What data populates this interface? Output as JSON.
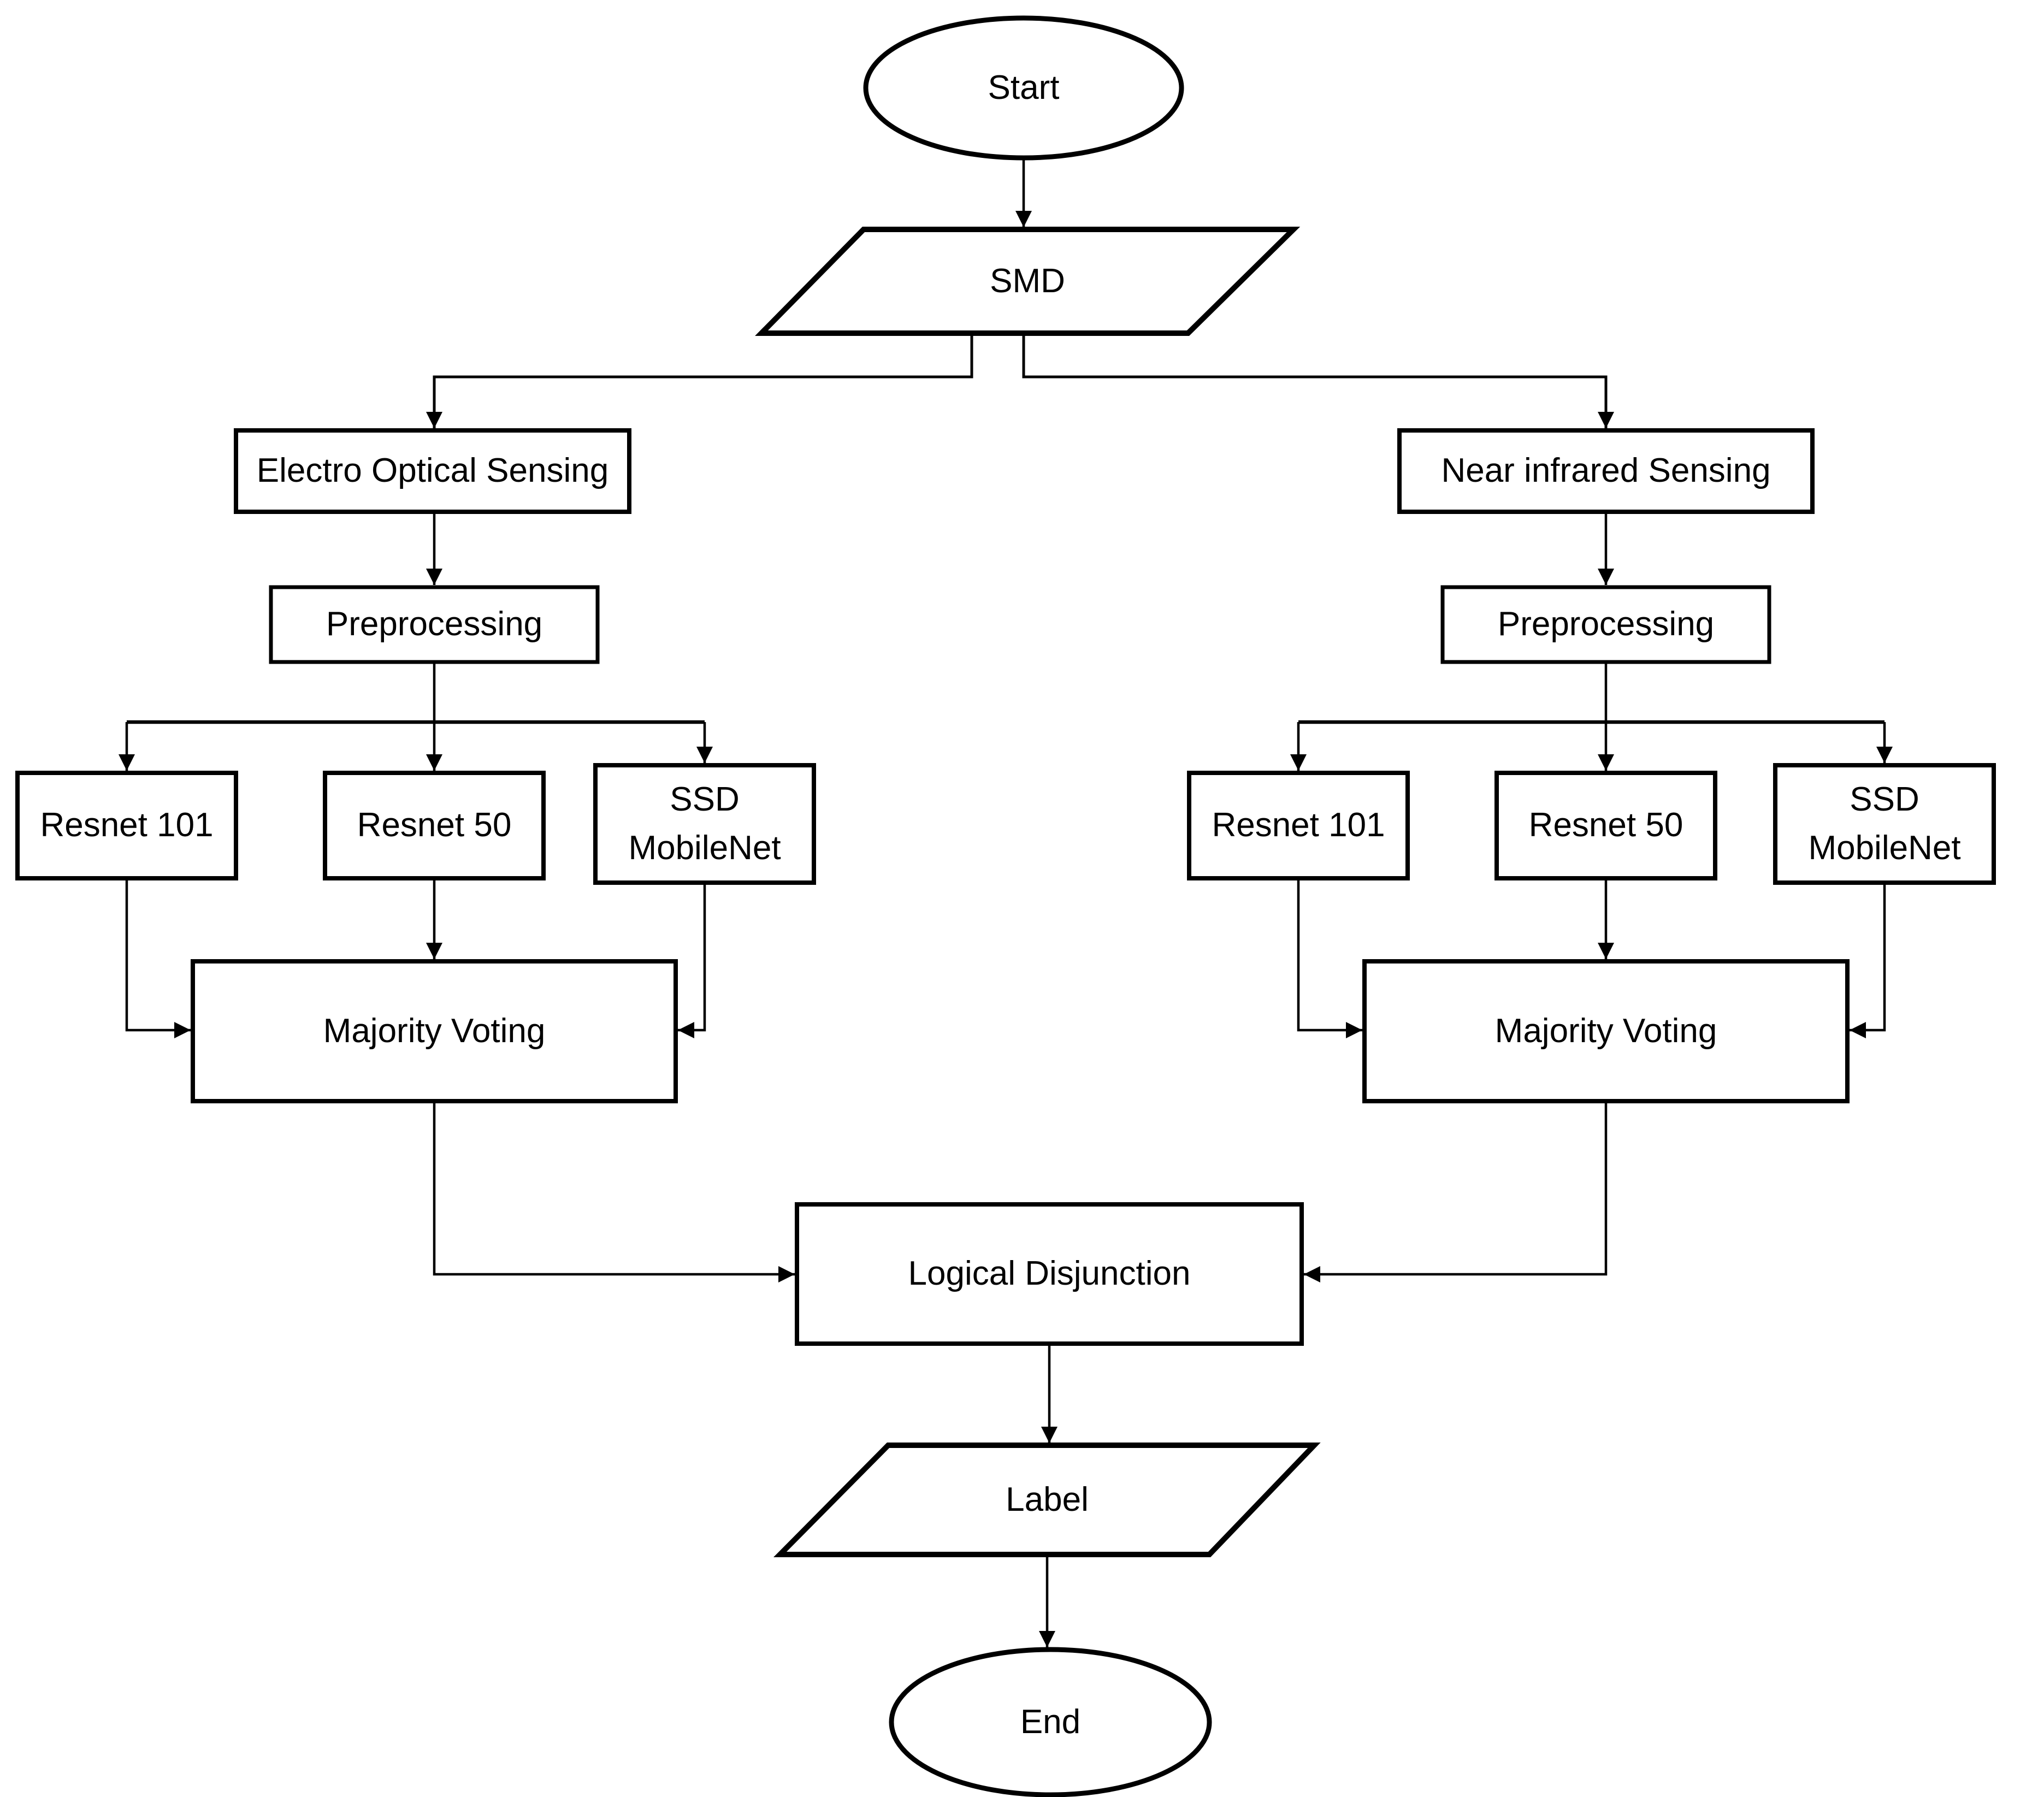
{
  "diagram": {
    "kind": "flowchart",
    "background_color": "#ffffff",
    "stroke_color": "#000000",
    "text_color": "#000000",
    "nodes": {
      "start": {
        "label": "Start",
        "shape": "ellipse",
        "role": "terminator"
      },
      "smd": {
        "label": "SMD",
        "shape": "parallelogram",
        "role": "data"
      },
      "eo_sensing": {
        "label": "Electro Optical Sensing",
        "shape": "rectangle",
        "role": "process"
      },
      "nir_sensing": {
        "label": "Near infrared Sensing",
        "shape": "rectangle",
        "role": "process"
      },
      "eo_preprocessing": {
        "label": "Preprocessing",
        "shape": "rectangle",
        "role": "process"
      },
      "nir_preprocessing": {
        "label": "Preprocessing",
        "shape": "rectangle",
        "role": "process"
      },
      "eo_resnet101": {
        "label": "Resnet 101",
        "shape": "rectangle",
        "role": "process"
      },
      "eo_resnet50": {
        "label": "Resnet 50",
        "shape": "rectangle",
        "role": "process"
      },
      "eo_ssd_mobilenet": {
        "label": "SSD MobileNet",
        "shape": "rectangle",
        "role": "process"
      },
      "nir_resnet101": {
        "label": "Resnet 101",
        "shape": "rectangle",
        "role": "process"
      },
      "nir_resnet50": {
        "label": "Resnet 50",
        "shape": "rectangle",
        "role": "process"
      },
      "nir_ssd_mobilenet": {
        "label": "SSD MobileNet",
        "shape": "rectangle",
        "role": "process"
      },
      "eo_majority_voting": {
        "label": "Majority Voting",
        "shape": "rectangle",
        "role": "process"
      },
      "nir_majority_voting": {
        "label": "Majority Voting",
        "shape": "rectangle",
        "role": "process"
      },
      "logical_disjunction": {
        "label": "Logical Disjunction",
        "shape": "rectangle",
        "role": "process"
      },
      "label_out": {
        "label": "Label",
        "shape": "parallelogram",
        "role": "data"
      },
      "end": {
        "label": "End",
        "shape": "ellipse",
        "role": "terminator"
      }
    },
    "edges": [
      {
        "from": "start",
        "to": "smd"
      },
      {
        "from": "smd",
        "to": "eo_sensing"
      },
      {
        "from": "smd",
        "to": "nir_sensing"
      },
      {
        "from": "eo_sensing",
        "to": "eo_preprocessing"
      },
      {
        "from": "nir_sensing",
        "to": "nir_preprocessing"
      },
      {
        "from": "eo_preprocessing",
        "to": "eo_resnet101"
      },
      {
        "from": "eo_preprocessing",
        "to": "eo_resnet50"
      },
      {
        "from": "eo_preprocessing",
        "to": "eo_ssd_mobilenet"
      },
      {
        "from": "nir_preprocessing",
        "to": "nir_resnet101"
      },
      {
        "from": "nir_preprocessing",
        "to": "nir_resnet50"
      },
      {
        "from": "nir_preprocessing",
        "to": "nir_ssd_mobilenet"
      },
      {
        "from": "eo_resnet101",
        "to": "eo_majority_voting"
      },
      {
        "from": "eo_resnet50",
        "to": "eo_majority_voting"
      },
      {
        "from": "eo_ssd_mobilenet",
        "to": "eo_majority_voting"
      },
      {
        "from": "nir_resnet101",
        "to": "nir_majority_voting"
      },
      {
        "from": "nir_resnet50",
        "to": "nir_majority_voting"
      },
      {
        "from": "nir_ssd_mobilenet",
        "to": "nir_majority_voting"
      },
      {
        "from": "eo_majority_voting",
        "to": "logical_disjunction"
      },
      {
        "from": "nir_majority_voting",
        "to": "logical_disjunction"
      },
      {
        "from": "logical_disjunction",
        "to": "label_out"
      },
      {
        "from": "label_out",
        "to": "end"
      }
    ]
  }
}
